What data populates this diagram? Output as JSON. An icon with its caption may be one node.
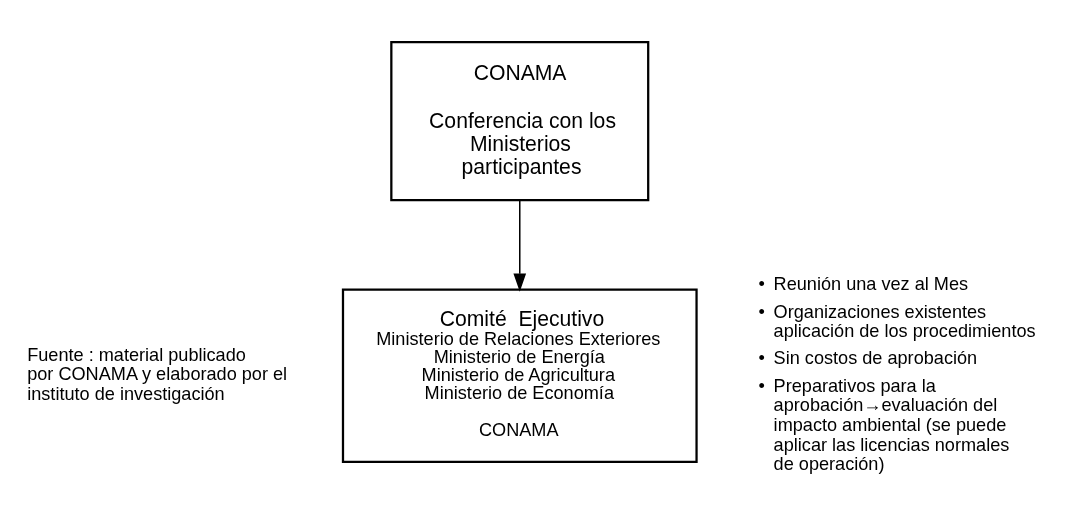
{
  "diagram": {
    "nodes": [
      {
        "text": [
          "CONAMA",
          "Conferencia con los Ministerios participantes"
        ]
      },
      {
        "text": [
          "Comité  Ejecutivo",
          "Ministerio de Relaciones Exteriores",
          "Ministerio de Energía",
          "Ministerio de Agricultura",
          "Ministerio de Economía",
          "CONAMA"
        ]
      }
    ],
    "edges": [
      {
        "from": 0,
        "to": 1,
        "arrow": "to"
      }
    ],
    "labels": [
      "Fuente : material publicado por CONAMA y elaborado por el instituto de investigación",
      "•",
      "Reunión una vez al Mes",
      "•",
      "Organizaciones existentes aplicación de los procedimientos",
      "•",
      "Sin costos de aprobación",
      "•",
      "Preparativos para la aprobación→evaluación del impacto ambiental (se puede aplicar las licencias normales de operación)"
    ]
  }
}
